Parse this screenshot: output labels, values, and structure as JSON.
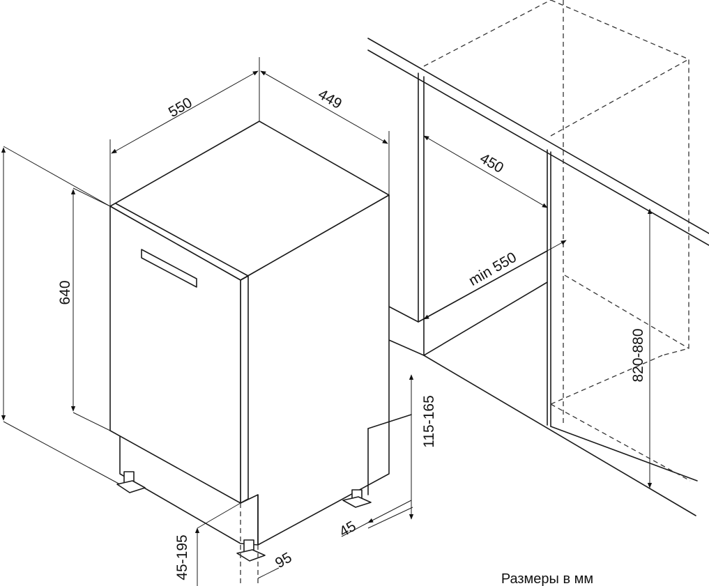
{
  "dimensions": {
    "depth": "550",
    "width": "449",
    "door_height": "640",
    "niche_width": "450",
    "niche_depth": "min 550",
    "niche_height": "820-880",
    "toe_kick_height": "115-165",
    "leg_inset": "45",
    "leg_height": "45-195",
    "toe_kick_depth": "95"
  },
  "units_note": "Размеры в мм"
}
